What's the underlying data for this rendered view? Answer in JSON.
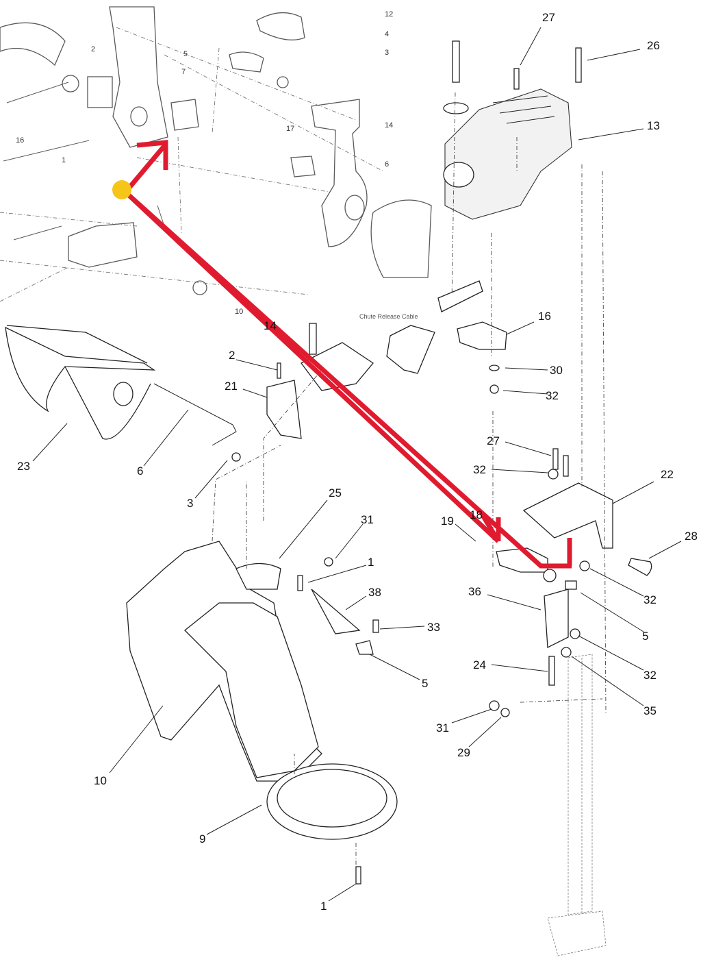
{
  "diagram": {
    "caption": "Chute Release Cable",
    "inset_callouts": [
      "12",
      "4",
      "3",
      "5",
      "7",
      "2",
      "16",
      "1",
      "17",
      "14",
      "6",
      "10",
      "14"
    ],
    "main_callouts": [
      "27",
      "26",
      "13",
      "16",
      "30",
      "32",
      "2",
      "21",
      "23",
      "6",
      "3",
      "25",
      "31",
      "1",
      "38",
      "33",
      "5",
      "10",
      "9",
      "1",
      "27",
      "32",
      "22",
      "28",
      "19",
      "18",
      "32",
      "36",
      "5",
      "32",
      "24",
      "35",
      "31",
      "29"
    ],
    "colors": {
      "arrow": "#e01b2f",
      "marker": "#f5c518"
    }
  }
}
